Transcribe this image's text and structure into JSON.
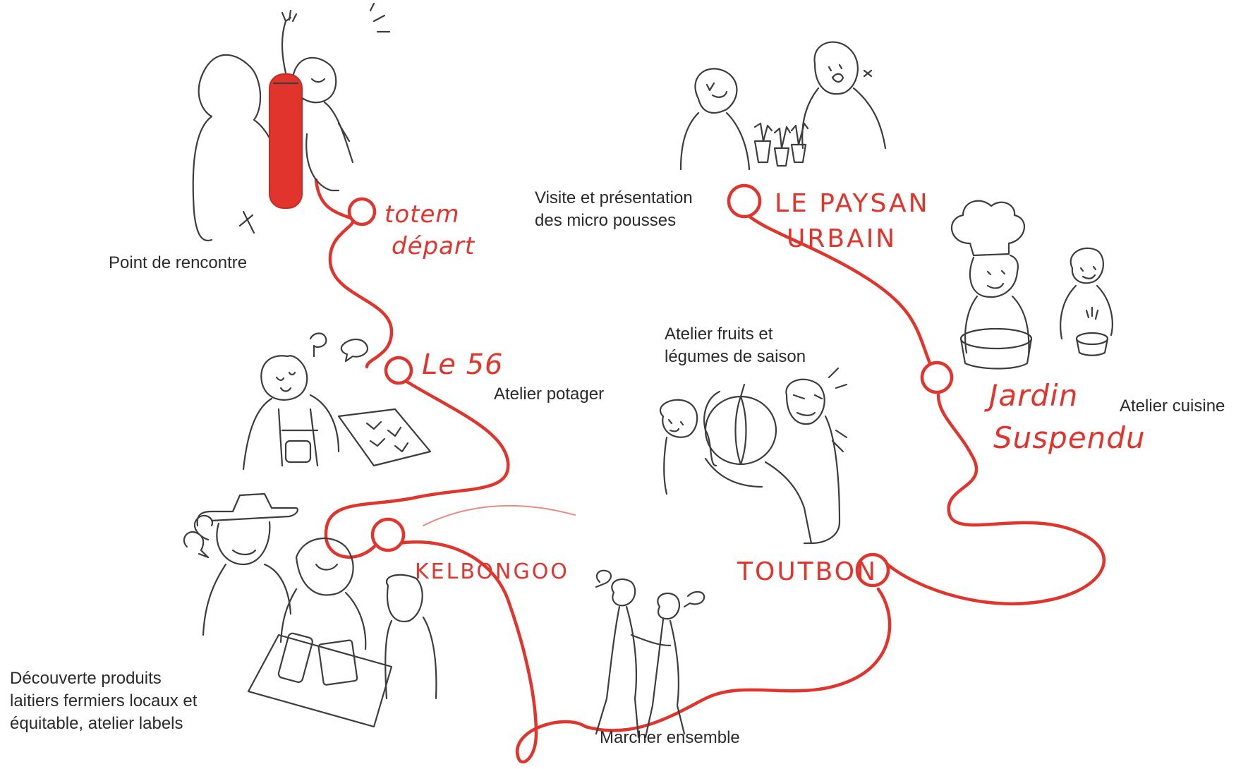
{
  "colors": {
    "route": "#e0342c",
    "ink": "#3d3d3d",
    "text": "#2b2b2b"
  },
  "stops": [
    {
      "id": "totem",
      "label_lines": [
        "totem",
        "départ"
      ],
      "caption_lines": [
        "Point de rencontre"
      ]
    },
    {
      "id": "le56",
      "label_lines": [
        "Le 56"
      ],
      "caption_lines": [
        "Atelier potager"
      ]
    },
    {
      "id": "kelbongoo",
      "label_lines": [
        "KELBONGOO"
      ],
      "caption_lines": [
        "Découverte produits",
        "laitiers fermiers locaux et",
        "équitable, atelier labels"
      ]
    },
    {
      "id": "walk",
      "label_lines": [],
      "caption_lines": [
        "Marcher ensemble"
      ]
    },
    {
      "id": "toutbon",
      "label_lines": [
        "TOUTBON"
      ],
      "caption_lines": [
        "Atelier fruits et",
        "légumes de saison"
      ]
    },
    {
      "id": "jardin",
      "label_lines": [
        "Jardin",
        "Suspendu"
      ],
      "caption_lines": [
        "Atelier cuisine"
      ]
    },
    {
      "id": "paysan",
      "label_lines": [
        "LE PAYSAN",
        "URBAIN"
      ],
      "caption_lines": [
        "Visite et présentation",
        "des micro pousses"
      ]
    }
  ],
  "icons": [
    "waving-person-icon",
    "totem-pole-icon",
    "gardener-icon",
    "farmers-market-icon",
    "walking-pair-icon",
    "pumpkin-holder-icon",
    "chef-icon",
    "micro-sprouts-icon"
  ]
}
